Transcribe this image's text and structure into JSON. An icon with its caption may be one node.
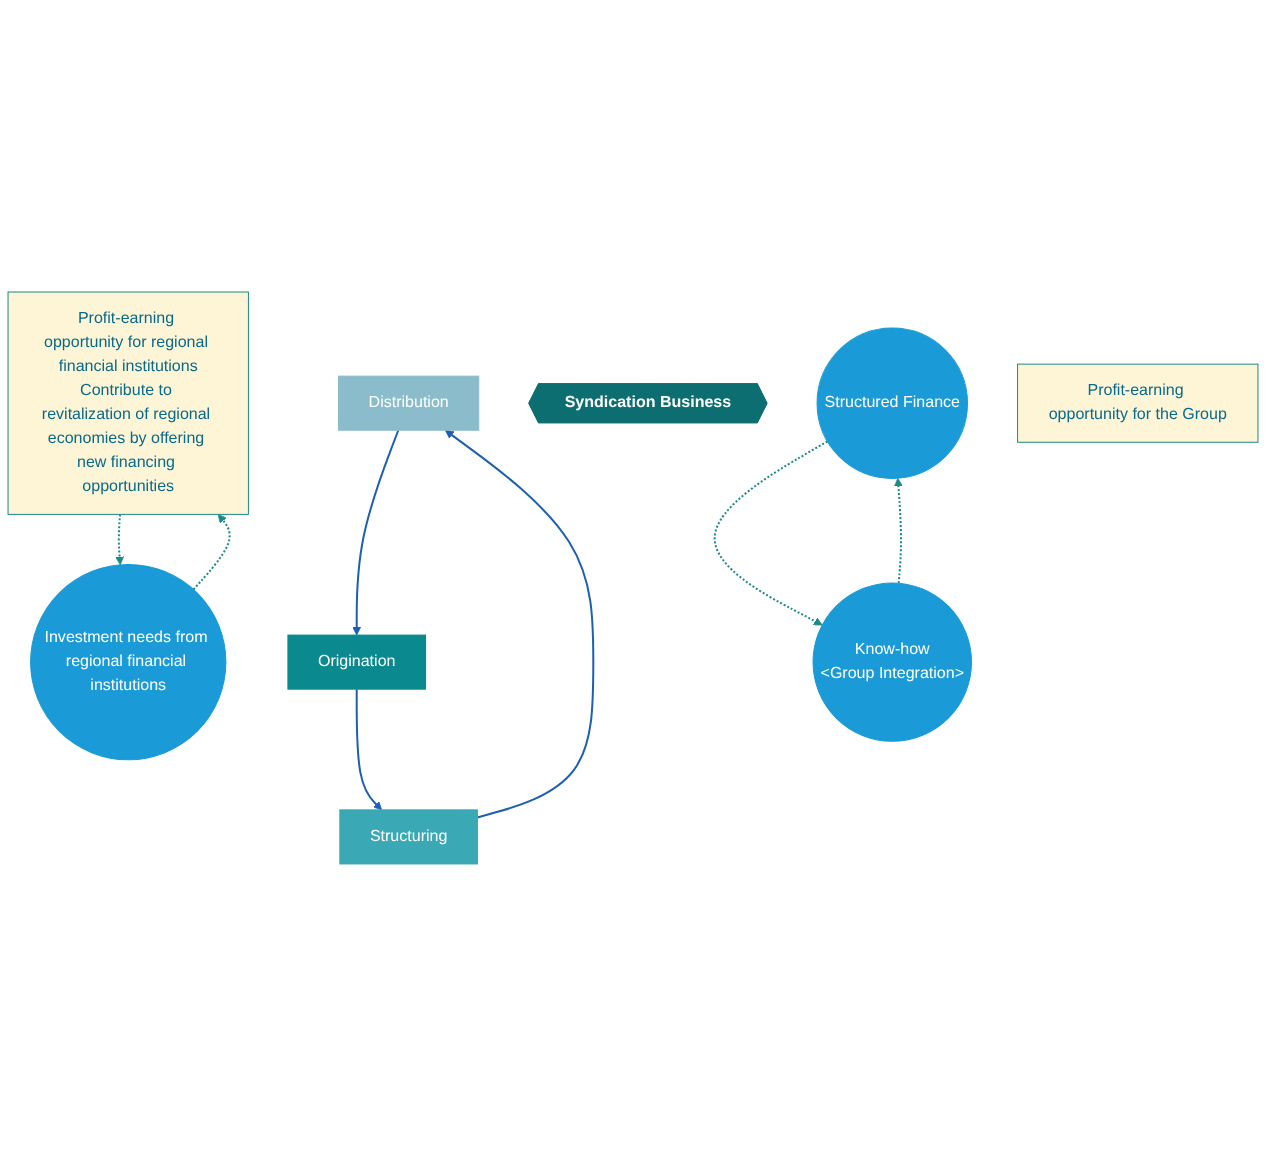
{
  "diagram": {
    "nodes": [
      {
        "text": [
          "Profit-earning opportunity for regional financial institutions",
          "Contribute to revitalization of regional economies by offering new financing opportunities"
        ]
      },
      {
        "text": [
          "Investment needs from regional financial institutions"
        ]
      },
      {
        "text": [
          "Distribution"
        ]
      },
      {
        "text": [
          "Origination"
        ]
      },
      {
        "text": [
          "Syndication Business"
        ]
      },
      {
        "text": [
          "Structured Finance"
        ]
      },
      {
        "text": [
          "Structuring"
        ]
      },
      {
        "text": [
          "Profit-earning opportunity for the Group"
        ]
      },
      {
        "text": [
          "Know-how",
          "<Group Integration>"
        ]
      }
    ],
    "edges": [
      {
        "from": 1,
        "to": 0,
        "arrow": "to",
        "style": "dashed"
      },
      {
        "from": 0,
        "to": 1,
        "arrow": "to",
        "style": "dashed"
      },
      {
        "from": 2,
        "to": 3,
        "arrow": "to",
        "color": "#1f5fb0"
      },
      {
        "from": 3,
        "to": 6,
        "arrow": "to",
        "color": "#1f5fb0"
      },
      {
        "from": 6,
        "to": 2,
        "arrow": "to",
        "color": "#1f5fb0"
      },
      {
        "from": 8,
        "to": 5,
        "arrow": "to",
        "style": "dashed"
      },
      {
        "from": 5,
        "to": 8,
        "arrow": "to",
        "style": "dashed"
      }
    ]
  }
}
